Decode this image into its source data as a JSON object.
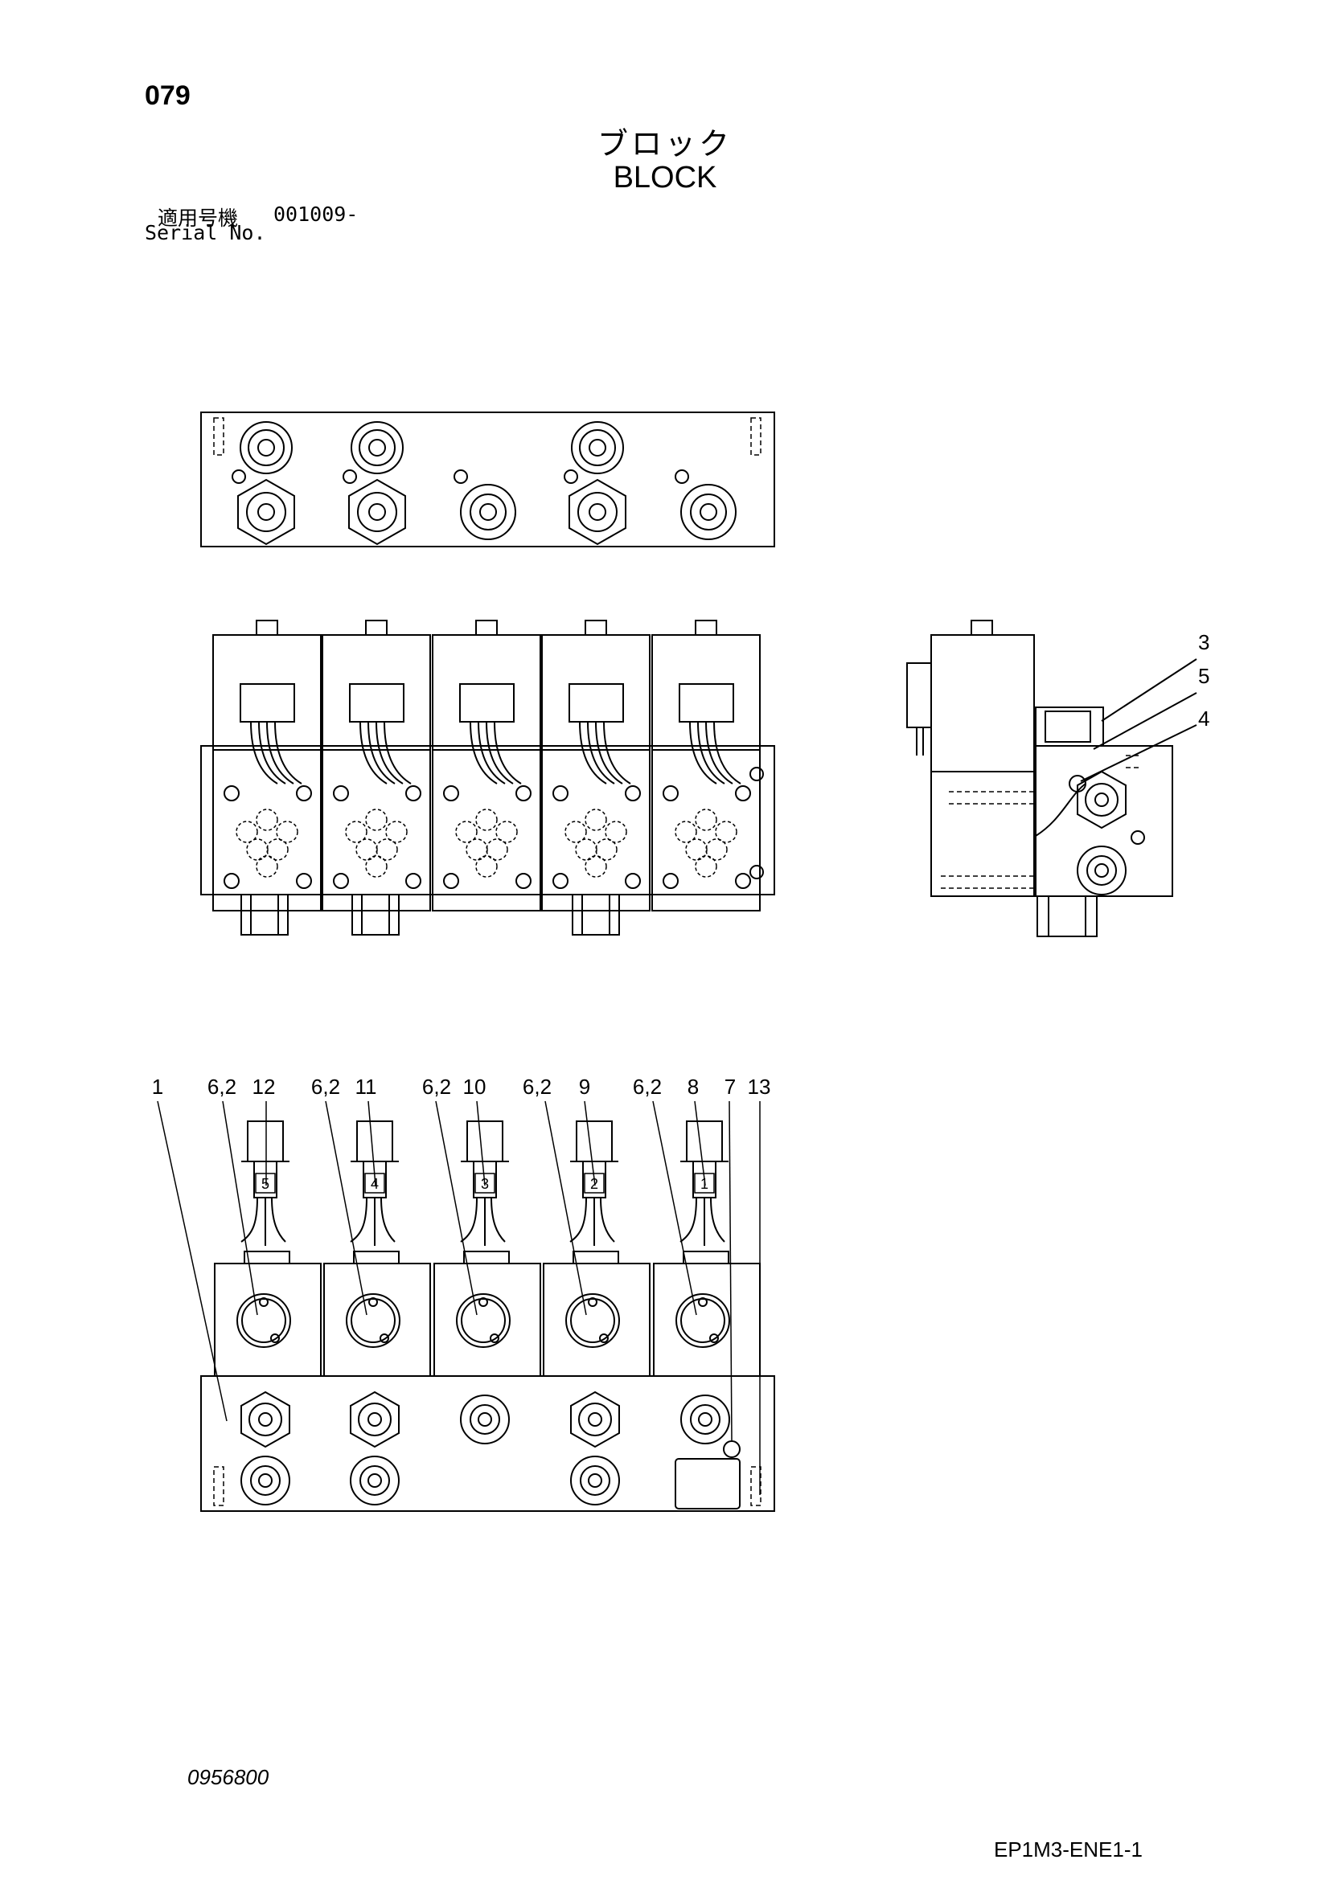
{
  "header": {
    "page_number": "079",
    "title_jp": "ブロック",
    "title_en": "BLOCK",
    "serial_label_jp": "適用号機",
    "serial_value": "001009-",
    "serial_label_en": "Serial No."
  },
  "footer": {
    "drawing_number": "0956800",
    "page_code": "EP1M3-ENE1-1"
  },
  "callouts": {
    "side_view": [
      "3",
      "5",
      "4"
    ],
    "front_view": [
      "1",
      "6,2",
      "12",
      "6,2",
      "11",
      "6,2",
      "10",
      "6,2",
      "9",
      "6,2",
      "8",
      "7",
      "13"
    ]
  },
  "connector_labels": [
    "5",
    "4",
    "3",
    "2",
    "1"
  ]
}
